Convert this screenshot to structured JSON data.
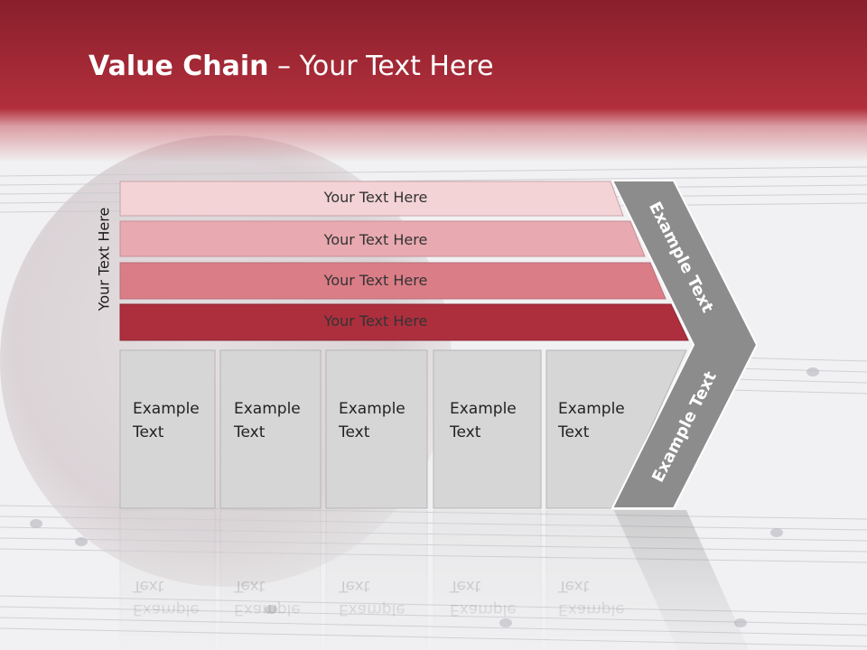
{
  "title": {
    "bold": "Value Chain",
    "rest": " – Your Text Here"
  },
  "side_label": "Your Text Here",
  "rows": [
    {
      "label": "Your Text Here",
      "color": "#f3d3d6"
    },
    {
      "label": "Your Text Here",
      "color": "#e8a9b0"
    },
    {
      "label": "Your Text Here",
      "color": "#db7d87"
    },
    {
      "label": "Your Text Here",
      "color": "#ad2f3d"
    }
  ],
  "columns": [
    {
      "line1": "Example",
      "line2": "Text"
    },
    {
      "line1": "Example",
      "line2": "Text"
    },
    {
      "line1": "Example",
      "line2": "Text"
    },
    {
      "line1": "Example",
      "line2": "Text"
    },
    {
      "line1": "Example",
      "line2": "Text"
    }
  ],
  "arrow": {
    "upper": "Example Text",
    "lower": "Example Text",
    "color": "#8c8c8c"
  },
  "column_color": "#d6d6d6"
}
